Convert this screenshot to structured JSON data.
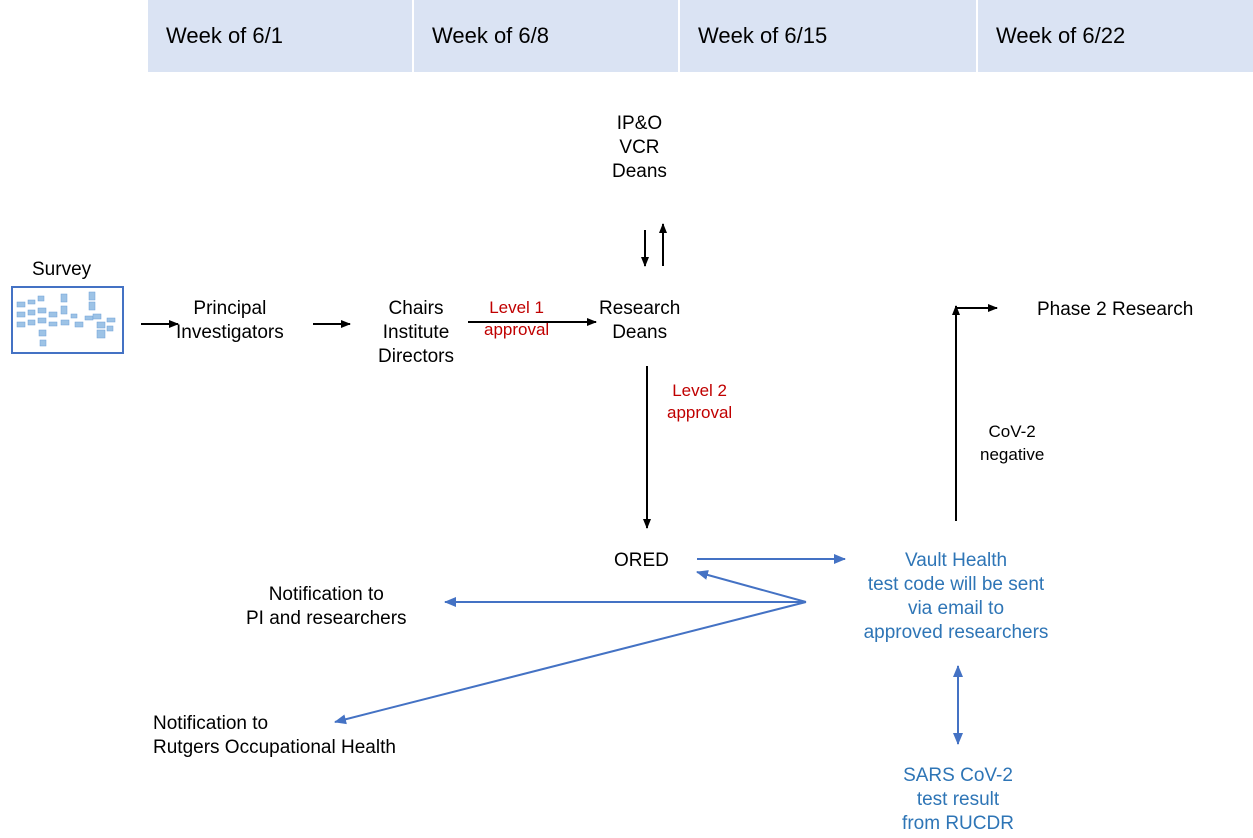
{
  "weeks": [
    "Week of 6/1",
    "Week of 6/8",
    "Week of 6/15",
    "Week of 6/22"
  ],
  "nodes": {
    "survey": "Survey",
    "pi": [
      "Principal",
      "Investigators"
    ],
    "chairs": [
      "Chairs",
      "Institute",
      "Directors"
    ],
    "research_deans": [
      "Research",
      "Deans"
    ],
    "ipo": [
      "IP&O",
      "VCR",
      "Deans"
    ],
    "ored": "ORED",
    "phase2": "Phase 2 Research",
    "vault": [
      "Vault Health",
      "test code will be sent",
      "via email to",
      "approved researchers"
    ],
    "sars": [
      "SARS CoV-2",
      "test result",
      "from RUCDR"
    ],
    "notif_pi": [
      "Notification to",
      "PI and researchers"
    ],
    "notif_roh": [
      "Notification to",
      "Rutgers Occupational Health"
    ]
  },
  "edge_labels": {
    "level1": [
      "Level 1",
      "approval"
    ],
    "level2": [
      "Level 2",
      "approval"
    ],
    "cov_negative": [
      "CoV-2",
      "negative"
    ]
  },
  "colors": {
    "week_band": "#dae3f3",
    "approval_text": "#c00000",
    "blue": "#2e75b6",
    "blue_arrow": "#4472c4",
    "black_arrow": "#000000"
  }
}
